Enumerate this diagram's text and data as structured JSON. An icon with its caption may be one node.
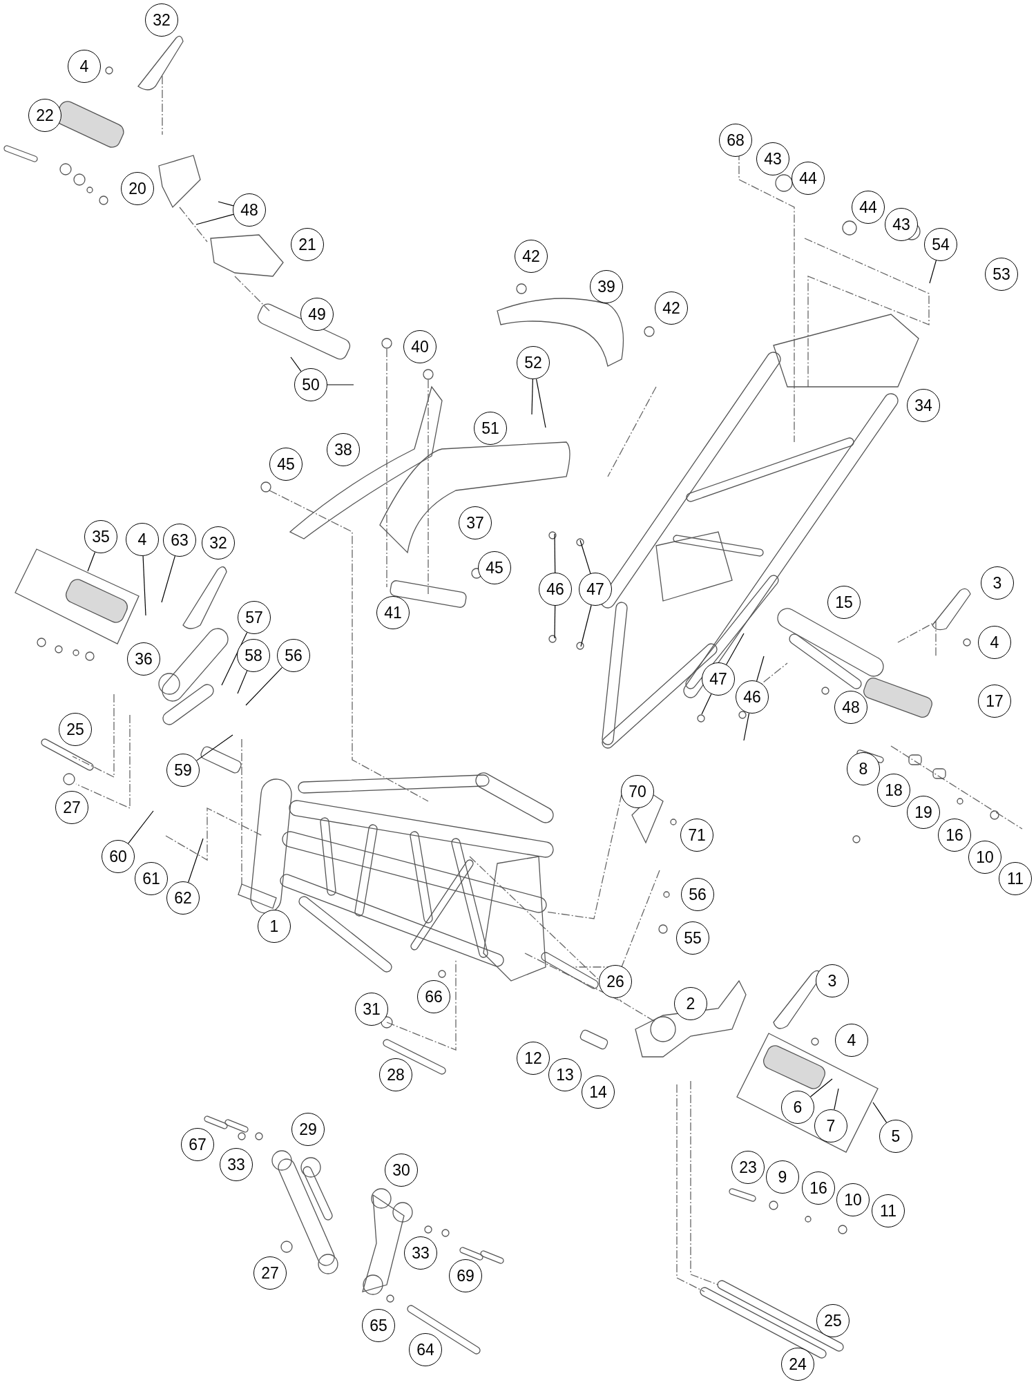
{
  "diagram": {
    "nodes": [
      {
        "text": [
          "48"
        ]
      },
      {
        "text": [
          "54"
        ]
      },
      {
        "text": [
          "52"
        ]
      },
      {
        "text": [
          "50"
        ]
      },
      {
        "text": [
          "35"
        ]
      },
      {
        "text": [
          "4"
        ]
      },
      {
        "text": [
          "63"
        ]
      },
      {
        "text": [
          "46"
        ]
      },
      {
        "text": [
          "47"
        ]
      },
      {
        "text": [
          "57"
        ]
      },
      {
        "text": [
          "58"
        ]
      },
      {
        "text": [
          "56"
        ]
      },
      {
        "text": [
          "47"
        ]
      },
      {
        "text": [
          "46"
        ]
      },
      {
        "text": [
          "59"
        ]
      },
      {
        "text": [
          "60"
        ]
      },
      {
        "text": [
          "62"
        ]
      },
      {
        "text": [
          "6"
        ]
      },
      {
        "text": [
          "7"
        ]
      },
      {
        "text": [
          "5"
        ]
      },
      {
        "text": [
          "32"
        ]
      },
      {
        "text": [
          "4"
        ]
      },
      {
        "text": [
          "22"
        ]
      },
      {
        "text": [
          "68"
        ]
      },
      {
        "text": [
          "43"
        ]
      },
      {
        "text": [
          "44"
        ]
      },
      {
        "text": [
          "20"
        ]
      },
      {
        "text": [
          "44"
        ]
      },
      {
        "text": [
          "43"
        ]
      },
      {
        "text": [
          "21"
        ]
      },
      {
        "text": [
          "42"
        ]
      },
      {
        "text": [
          "53"
        ]
      },
      {
        "text": [
          "39"
        ]
      },
      {
        "text": [
          "42"
        ]
      },
      {
        "text": [
          "49"
        ]
      },
      {
        "text": [
          "40"
        ]
      },
      {
        "text": [
          "34"
        ]
      },
      {
        "text": [
          "51"
        ]
      },
      {
        "text": [
          "38"
        ]
      },
      {
        "text": [
          "45"
        ]
      },
      {
        "text": [
          "37"
        ]
      },
      {
        "text": [
          "32"
        ]
      },
      {
        "text": [
          "45"
        ]
      },
      {
        "text": [
          "3"
        ]
      },
      {
        "text": [
          "15"
        ]
      },
      {
        "text": [
          "41"
        ]
      },
      {
        "text": [
          "4"
        ]
      },
      {
        "text": [
          "36"
        ]
      },
      {
        "text": [
          "17"
        ]
      },
      {
        "text": [
          "48"
        ]
      },
      {
        "text": [
          "25"
        ]
      },
      {
        "text": [
          "8"
        ]
      },
      {
        "text": [
          "18"
        ]
      },
      {
        "text": [
          "70"
        ]
      },
      {
        "text": [
          "27"
        ]
      },
      {
        "text": [
          "19"
        ]
      },
      {
        "text": [
          "71"
        ]
      },
      {
        "text": [
          "16"
        ]
      },
      {
        "text": [
          "10"
        ]
      },
      {
        "text": [
          "61"
        ]
      },
      {
        "text": [
          "11"
        ]
      },
      {
        "text": [
          "56"
        ]
      },
      {
        "text": [
          "1"
        ]
      },
      {
        "text": [
          "55"
        ]
      },
      {
        "text": [
          "3"
        ]
      },
      {
        "text": [
          "26"
        ]
      },
      {
        "text": [
          "66"
        ]
      },
      {
        "text": [
          "2"
        ]
      },
      {
        "text": [
          "31"
        ]
      },
      {
        "text": [
          "4"
        ]
      },
      {
        "text": [
          "12"
        ]
      },
      {
        "text": [
          "28"
        ]
      },
      {
        "text": [
          "13"
        ]
      },
      {
        "text": [
          "14"
        ]
      },
      {
        "text": [
          "29"
        ]
      },
      {
        "text": [
          "67"
        ]
      },
      {
        "text": [
          "33"
        ]
      },
      {
        "text": [
          "23"
        ]
      },
      {
        "text": [
          "30"
        ]
      },
      {
        "text": [
          "9"
        ]
      },
      {
        "text": [
          "16"
        ]
      },
      {
        "text": [
          "10"
        ]
      },
      {
        "text": [
          "11"
        ]
      },
      {
        "text": [
          "33"
        ]
      },
      {
        "text": [
          "27"
        ]
      },
      {
        "text": [
          "69"
        ]
      },
      {
        "text": [
          "25"
        ]
      },
      {
        "text": [
          "65"
        ]
      },
      {
        "text": [
          "64"
        ]
      },
      {
        "text": [
          "24"
        ]
      }
    ],
    "edges": [
      {
        "from": 0,
        "to": null,
        "arrow": "none"
      },
      {
        "from": 0,
        "to": null,
        "arrow": "none"
      },
      {
        "from": 1,
        "to": null,
        "arrow": "none"
      },
      {
        "from": 2,
        "to": null,
        "arrow": "none"
      },
      {
        "from": 2,
        "to": null,
        "arrow": "none"
      },
      {
        "from": 3,
        "to": null,
        "arrow": "none"
      },
      {
        "from": 3,
        "to": null,
        "arrow": "none"
      },
      {
        "from": 4,
        "to": null,
        "arrow": "none"
      },
      {
        "from": 5,
        "to": null,
        "arrow": "none"
      },
      {
        "from": 6,
        "to": null,
        "arrow": "none"
      },
      {
        "from": 7,
        "to": null,
        "arrow": "none"
      },
      {
        "from": 7,
        "to": null,
        "arrow": "none"
      },
      {
        "from": 8,
        "to": null,
        "arrow": "none"
      },
      {
        "from": 8,
        "to": null,
        "arrow": "none"
      },
      {
        "from": 9,
        "to": null,
        "arrow": "none"
      },
      {
        "from": 10,
        "to": null,
        "arrow": "none"
      },
      {
        "from": 11,
        "to": null,
        "arrow": "none"
      },
      {
        "from": 12,
        "to": null,
        "arrow": "none"
      },
      {
        "from": 12,
        "to": null,
        "arrow": "none"
      },
      {
        "from": 13,
        "to": null,
        "arrow": "none"
      },
      {
        "from": 13,
        "to": null,
        "arrow": "none"
      },
      {
        "from": 14,
        "to": null,
        "arrow": "none"
      },
      {
        "from": 15,
        "to": null,
        "arrow": "none"
      },
      {
        "from": 16,
        "to": null,
        "arrow": "none"
      },
      {
        "from": 17,
        "to": null,
        "arrow": "none"
      },
      {
        "from": 18,
        "to": null,
        "arrow": "none"
      },
      {
        "from": 19,
        "to": null,
        "arrow": "none"
      }
    ]
  }
}
